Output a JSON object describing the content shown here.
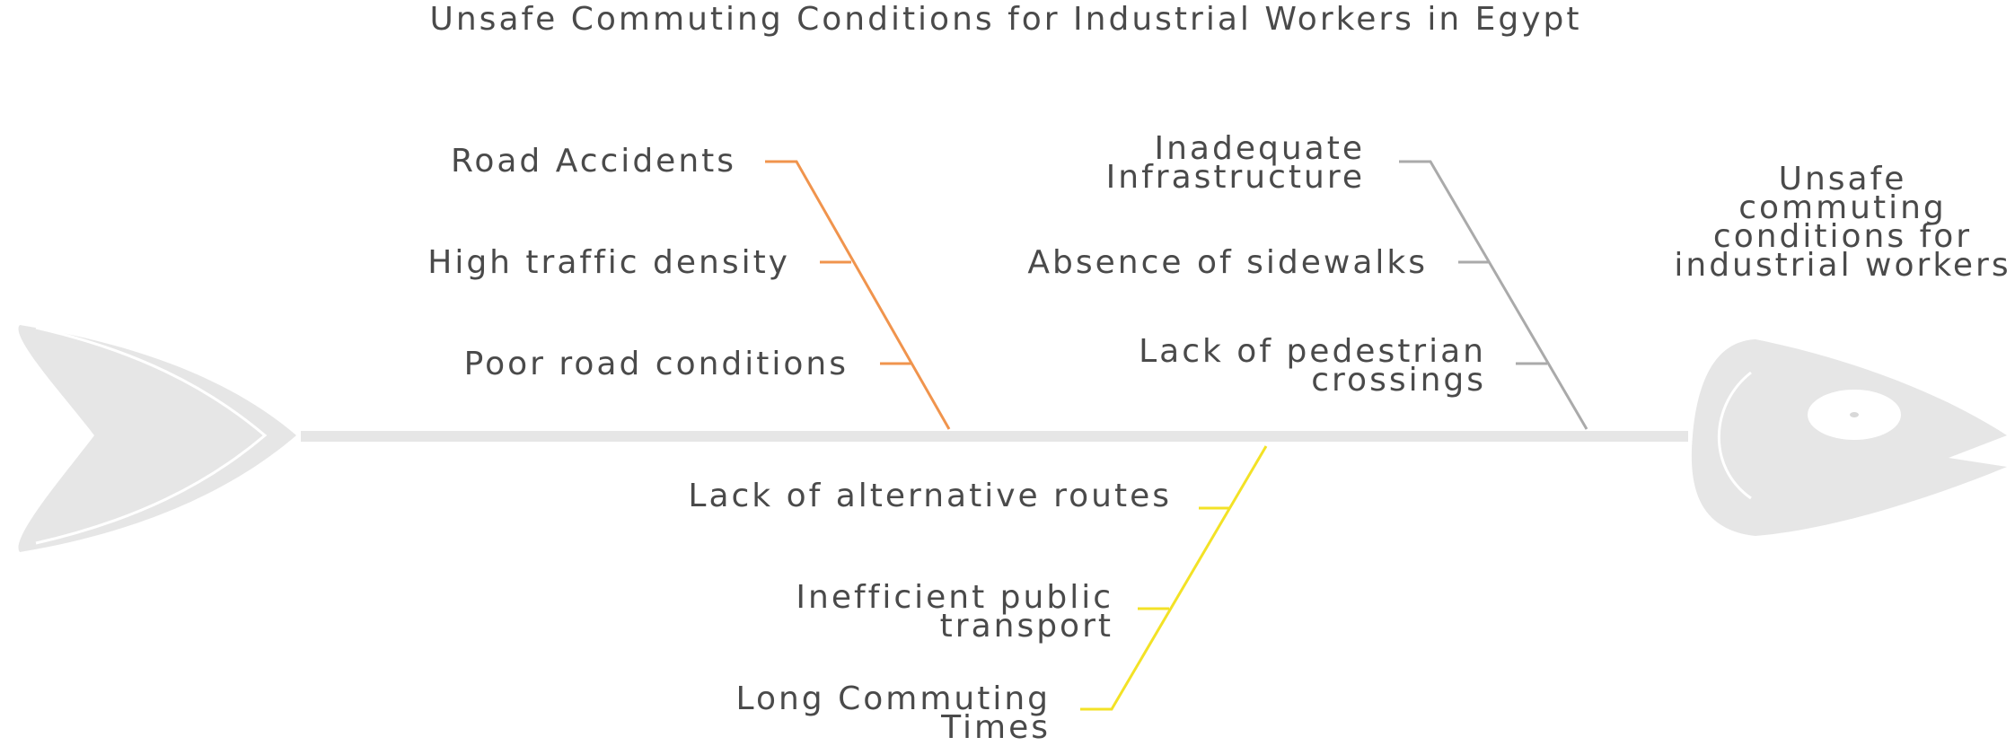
{
  "title": "Unsafe Commuting Conditions for Industrial Workers in Egypt",
  "effect": "Unsafe commuting conditions for industrial workers",
  "colors": {
    "spine": "#e6e6e6",
    "body": "#e6e6e6",
    "orange": "#f0944d",
    "gray": "#aaaaaa",
    "yellow": "#f3e226",
    "text": "#4a4a4a"
  },
  "categories": [
    {
      "label": "Road Accidents",
      "color": "orange",
      "causes": [
        "High traffic density",
        "Poor road conditions"
      ]
    },
    {
      "label": "Inadequate Infrastructure",
      "color": "gray",
      "causes": [
        "Absence of sidewalks",
        "Lack of pedestrian crossings"
      ]
    },
    {
      "label": "Long Commuting Times",
      "color": "yellow",
      "causes": [
        "Lack of alternative routes",
        "Inefficient public transport"
      ]
    }
  ]
}
